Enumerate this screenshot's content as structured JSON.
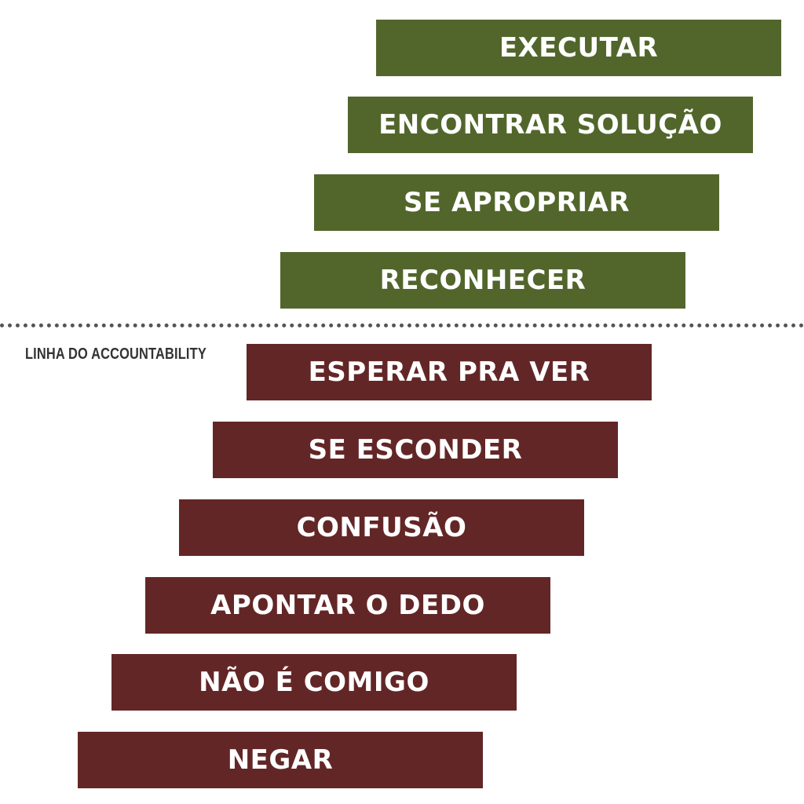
{
  "colors": {
    "above_line": "#52662c",
    "below_line": "#632626",
    "divider": "#555555",
    "text": "#ffffff"
  },
  "divider_label": "LINHA DO ACCOUNTABILITY",
  "steps_above": [
    {
      "label": "EXECUTAR"
    },
    {
      "label": "ENCONTRAR SOLUÇÃO"
    },
    {
      "label": "SE APROPRIAR"
    },
    {
      "label": "RECONHECER"
    }
  ],
  "steps_below": [
    {
      "label": "ESPERAR PRA VER"
    },
    {
      "label": "SE ESCONDER"
    },
    {
      "label": "CONFUSÃO"
    },
    {
      "label": "APONTAR O DEDO"
    },
    {
      "label": "NÃO É COMIGO"
    },
    {
      "label": "NEGAR"
    }
  ]
}
